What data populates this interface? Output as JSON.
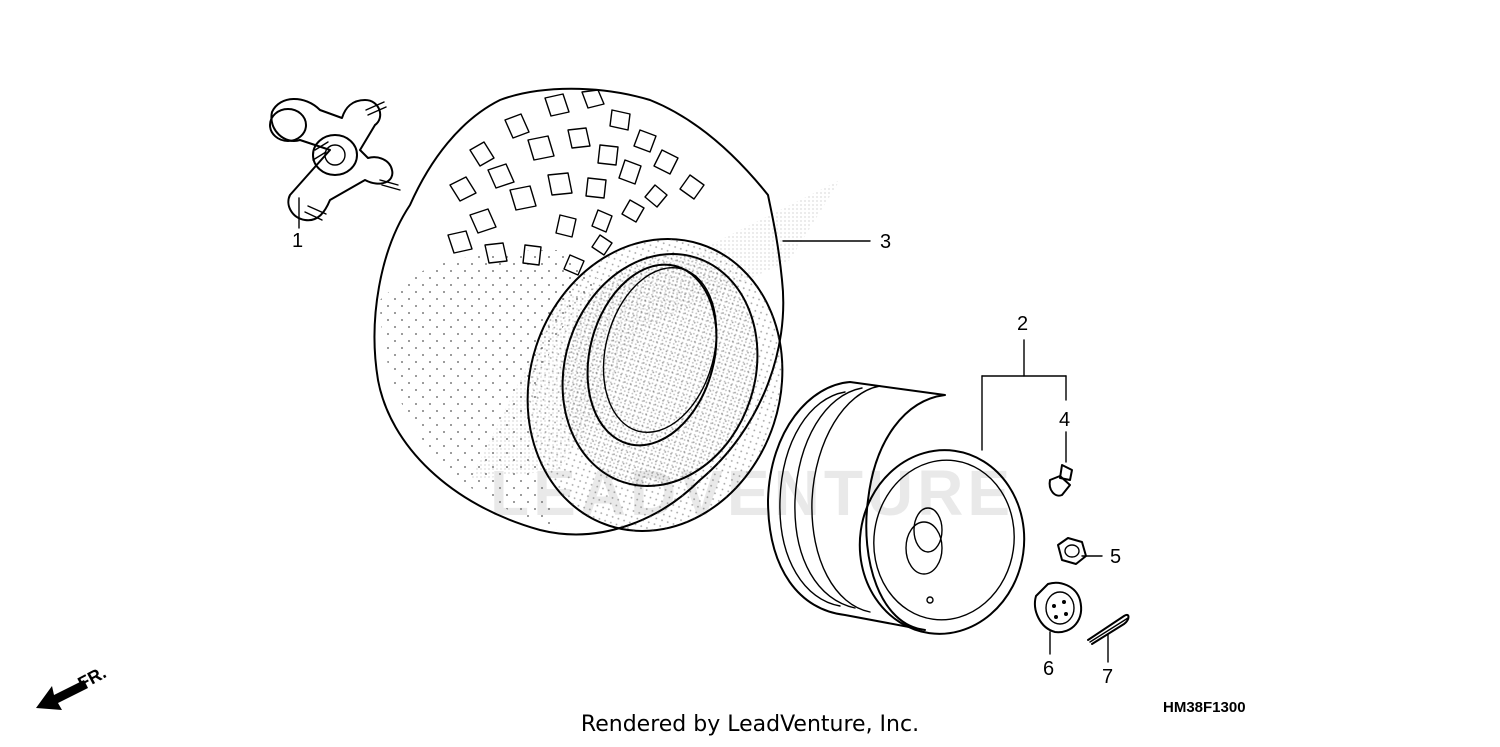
{
  "diagram": {
    "callouts": [
      {
        "id": "1",
        "text": "1",
        "part": "hub"
      },
      {
        "id": "2",
        "text": "2",
        "part": "wheel"
      },
      {
        "id": "3",
        "text": "3",
        "part": "tire"
      },
      {
        "id": "4",
        "text": "4",
        "part": "valve"
      },
      {
        "id": "5",
        "text": "5",
        "part": "nut"
      },
      {
        "id": "6",
        "text": "6",
        "part": "castle-nut"
      },
      {
        "id": "7",
        "text": "7",
        "part": "cotter-pin"
      }
    ],
    "direction_label": "FR.",
    "reference_code": "HM38F1300",
    "watermark": "LEADVENTURE"
  },
  "footer": {
    "credit": "Rendered by LeadVenture, Inc."
  }
}
